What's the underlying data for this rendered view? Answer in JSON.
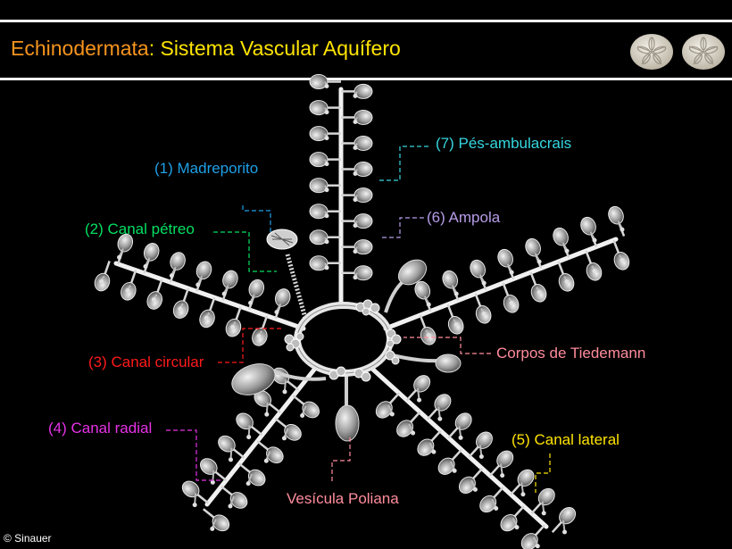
{
  "header": {
    "title_part1": "Echinodermata",
    "title_sep": ":",
    "title_part2": " Sistema Vascular Aquífero"
  },
  "labels": {
    "madreporito": "(1) Madreporito",
    "canal_petreo": "(2) Canal pétreo",
    "canal_circular": "(3) Canal circular",
    "canal_radial": "(4) Canal radial",
    "canal_lateral": "(5) Canal lateral",
    "ampola": "(6) Ampola",
    "pes_ambulacrais": "(7) Pés-ambulacrais",
    "corpos_tiedemann": "Corpos de Tiedemann",
    "vesicula_poliana": "Vesícula Poliana"
  },
  "credit": "© Sinauer",
  "colors": {
    "background": "#000000",
    "title_orange": "#f6941d",
    "title_yellow": "#ffe400",
    "madreporito": "#1ea0e6",
    "canal_petreo": "#00e061",
    "canal_circular": "#ff1a1a",
    "canal_radial": "#e632e6",
    "canal_lateral": "#ffe400",
    "ampola": "#b79ce8",
    "pes_ambulacrais": "#36d6e0",
    "corpos_tiedemann": "#ff8c9c",
    "vesicula_poliana": "#ff8c9c"
  },
  "icons": [
    "sand-dollar-icon",
    "sand-dollar-icon"
  ]
}
